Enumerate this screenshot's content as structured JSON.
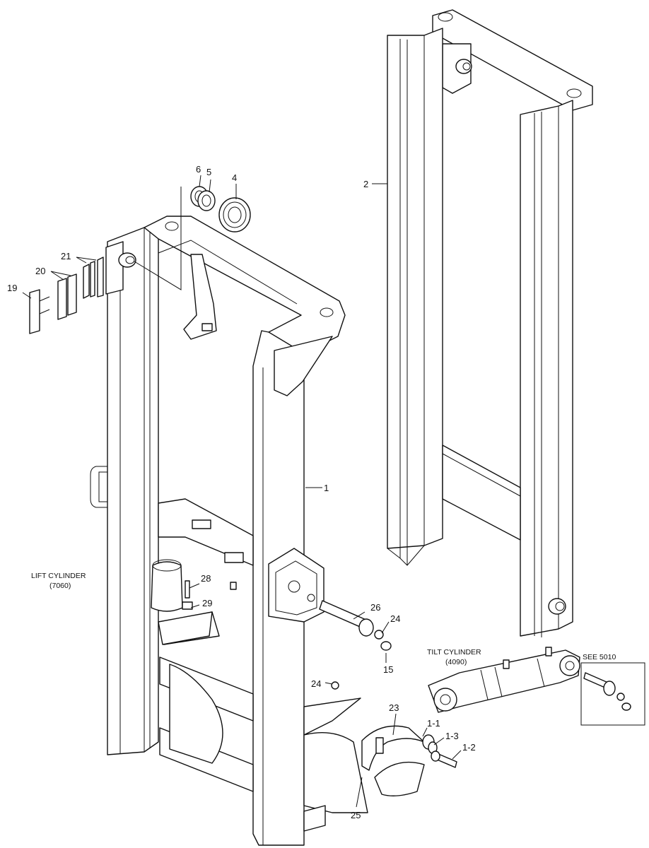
{
  "callouts": {
    "c1": "1",
    "c2": "2",
    "c4": "4",
    "c5": "5",
    "c6": "6",
    "c15": "15",
    "c19": "19",
    "c20": "20",
    "c21": "21",
    "c23": "23",
    "c24a": "24",
    "c24b": "24",
    "c25": "25",
    "c26": "26",
    "c28": "28",
    "c29": "29",
    "c1_1": "1-1",
    "c1_2": "1-2",
    "c1_3": "1-3"
  },
  "notes": {
    "lift_cylinder_title": "LIFT CYLINDER",
    "lift_cylinder_ref": "(7060)",
    "tilt_cylinder_title": "TILT CYLINDER",
    "tilt_cylinder_ref": "(4090)",
    "see_ref": "SEE 5010"
  }
}
